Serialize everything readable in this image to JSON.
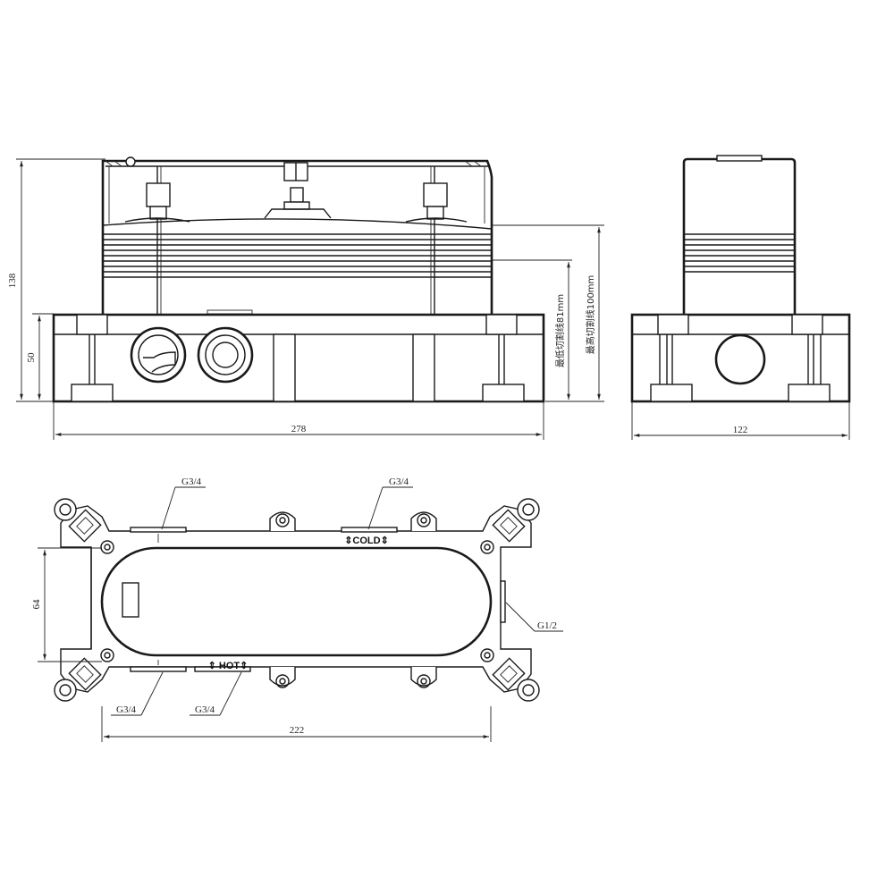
{
  "front_view": {
    "dim_height_total": "138",
    "dim_height_base": "50",
    "dim_width": "278",
    "cut_line_min": "最低切割线81mm",
    "cut_line_max": "最高切割线100mm"
  },
  "side_view": {
    "dim_width": "122"
  },
  "top_view": {
    "dim_height": "64",
    "dim_width": "222",
    "port_top_left": "G3/4",
    "port_top_right": "G3/4",
    "port_bottom_left": "G3/4",
    "port_bottom_right": "G3/4",
    "port_right": "G1/2",
    "label_cold": "⇕COLD⇕",
    "label_hot": "⇕ HOT⇕"
  }
}
